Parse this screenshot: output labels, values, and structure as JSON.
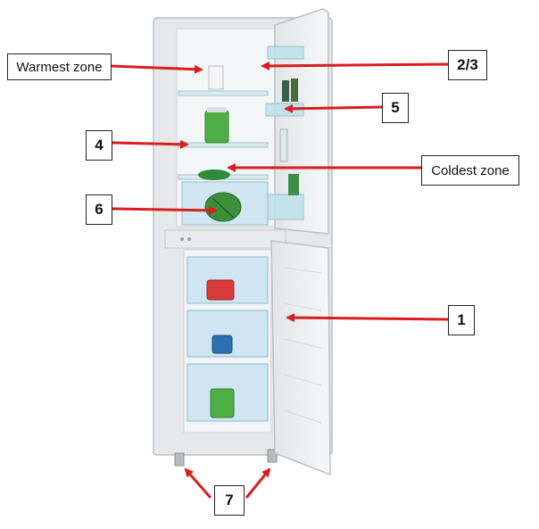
{
  "labels": {
    "warmest_zone": "Warmest zone",
    "coldest_zone": "Coldest zone",
    "n1": "1",
    "n23": "2/3",
    "n4": "4",
    "n5": "5",
    "n6": "6",
    "n7": "7"
  },
  "colors": {
    "arrow": "#d81e1e",
    "fridge_body": "#e6e8ea",
    "interior": "#f4f6f8",
    "glass": "#bfe3ea",
    "drawer": "#cfe6f2",
    "box_border": "#222222"
  }
}
